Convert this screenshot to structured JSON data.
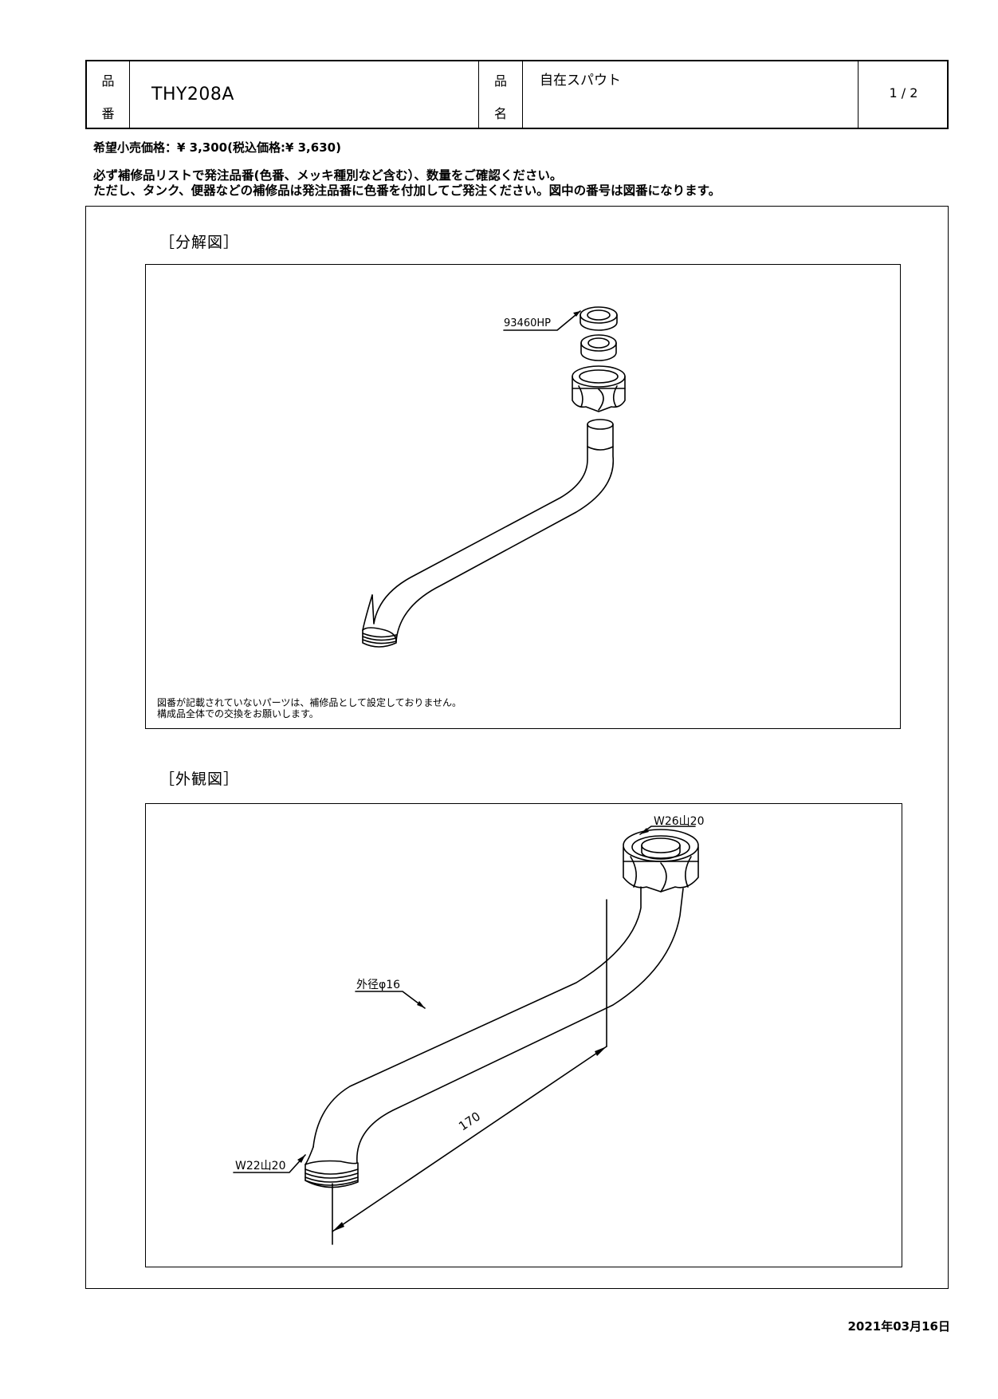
{
  "header": {
    "part_no_label_top": "品",
    "part_no_label_bottom": "番",
    "part_no": "THY208A",
    "part_name_label_top": "品",
    "part_name_label_bottom": "名",
    "part_name": "自在スパウト",
    "page": "1 / 2"
  },
  "price_line": "希望小売価格：¥ 3,300(税込価格:¥ 3,630)",
  "notice": {
    "line1": "必ず補修品リストで発注品番(色番、メッキ種別など含む）、数量をご確認ください。",
    "line2": "ただし、タンク、便器などの補修品は発注品番に色番を付加してご発注ください。図中の番号は図番になります。"
  },
  "exploded": {
    "title": "［分解図］",
    "part_label": "93460HP",
    "note_line1": "図番が記載されていないパーツは、補修品として設定しておりません。",
    "note_line2": "構成品全体での交換をお願いします。"
  },
  "external": {
    "title": "［外観図］",
    "thread_top": "W26山20",
    "thread_bottom": "W22山20",
    "outer_dia": "外径φ16",
    "length": "170"
  },
  "date": "2021年03月16日"
}
